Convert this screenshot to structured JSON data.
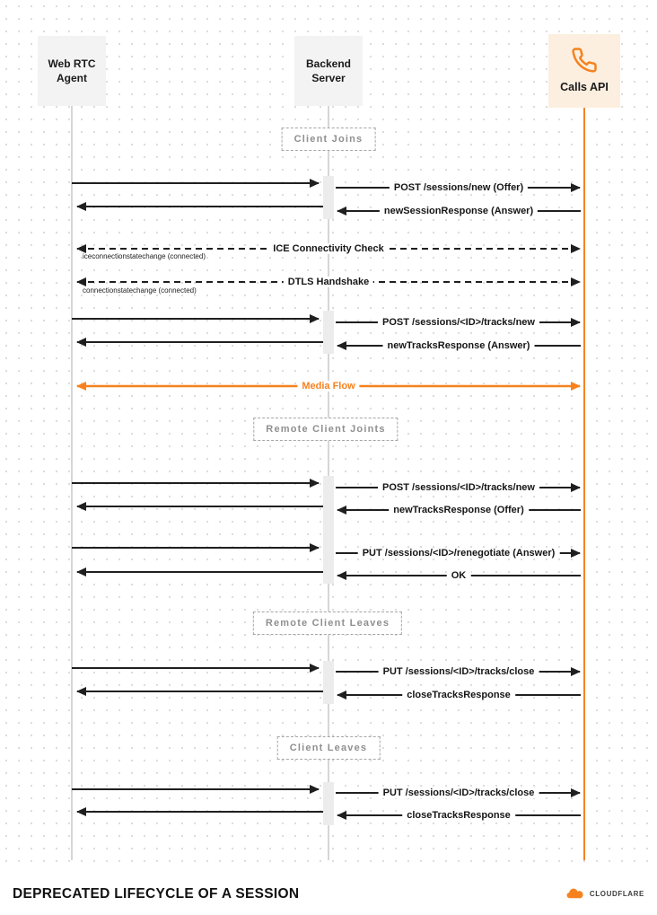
{
  "page": {
    "title": "DEPRECATED LIFECYCLE OF A SESSION",
    "brand": "CLOUDFLARE"
  },
  "colors": {
    "accent": "#f6821f",
    "arrow": "#1f1f1f",
    "lifeline": "#c8c8c8",
    "actor_bg": "#f3f3f3",
    "calls_api_bg": "#fcefe0"
  },
  "actors": {
    "webrtc": "Web RTC Agent",
    "backend": "Backend Server",
    "calls": "Calls API",
    "calls_icon": "phone-icon"
  },
  "phases": {
    "client_joins": "Client Joins",
    "remote_client_joins": "Remote Client Joints",
    "remote_client_leaves": "Remote Client Leaves",
    "client_leaves": "Client Leaves"
  },
  "messages": {
    "post_sessions_new": "POST /sessions/new (Offer)",
    "new_session_response": "newSessionResponse (Answer)",
    "ice_check": "ICE Connectivity Check",
    "ice_note": "iceconnectionstatechange (connected)",
    "dtls": "DTLS Handshake",
    "dtls_note": "connectionstatechange (connected)",
    "post_tracks_new_1": "POST /sessions/<ID>/tracks/new",
    "new_tracks_response_answer": "newTracksResponse (Answer)",
    "media_flow": "Media Flow",
    "post_tracks_new_2": "POST /sessions/<ID>/tracks/new",
    "new_tracks_response_offer": "newTracksResponse (Offer)",
    "put_renegotiate": "PUT /sessions/<ID>/renegotiate (Answer)",
    "ok": "OK",
    "put_tracks_close_1": "PUT /sessions/<ID>/tracks/close",
    "close_tracks_response_1": "closeTracksResponse",
    "put_tracks_close_2": "PUT /sessions/<ID>/tracks/close",
    "close_tracks_response_2": "closeTracksResponse"
  }
}
